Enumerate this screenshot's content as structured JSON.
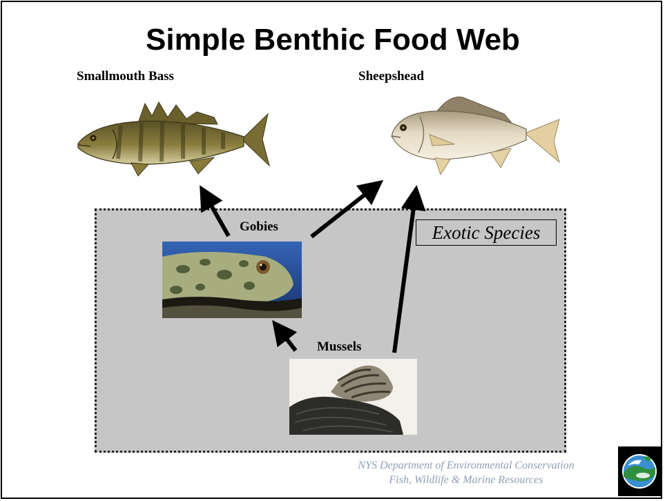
{
  "title": "Simple Benthic Food Web",
  "species": {
    "smallmouth_bass": "Smallmouth Bass",
    "sheepshead": "Sheepshead",
    "gobies": "Gobies",
    "mussels": "Mussels"
  },
  "exotic_label": "Exotic Species",
  "credit": {
    "line1": "NYS Department of Environmental Conservation",
    "line2": "Fish, Wildlife & Marine Resources"
  },
  "colors": {
    "exotic_box": "#c6c6c6",
    "credit_text": "#8f9db8",
    "arrow": "#000000"
  },
  "icons": [
    "smallmouth-bass-illustration",
    "sheepshead-illustration",
    "goby-photo",
    "mussel-photo",
    "nysdec-logo"
  ]
}
